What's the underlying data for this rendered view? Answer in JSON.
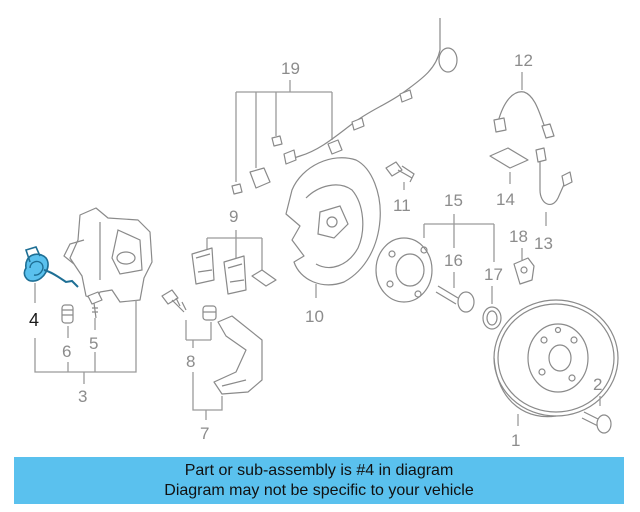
{
  "callouts": {
    "c1": "1",
    "c2": "2",
    "c3": "3",
    "c4": "4",
    "c5": "5",
    "c6": "6",
    "c7": "7",
    "c8": "8",
    "c9": "9",
    "c10": "10",
    "c11": "11",
    "c12": "12",
    "c13": "13",
    "c14": "14",
    "c15": "15",
    "c16": "16",
    "c17": "17",
    "c18": "18",
    "c19": "19"
  },
  "highlighted_part": "4",
  "colors": {
    "highlight": "#5ac1ee",
    "line": "#9a9a9a",
    "label": "#8c8c8c"
  },
  "banner": {
    "line1": "Part or sub-assembly is #4 in diagram",
    "line2": "Diagram may not be specific to your vehicle"
  }
}
